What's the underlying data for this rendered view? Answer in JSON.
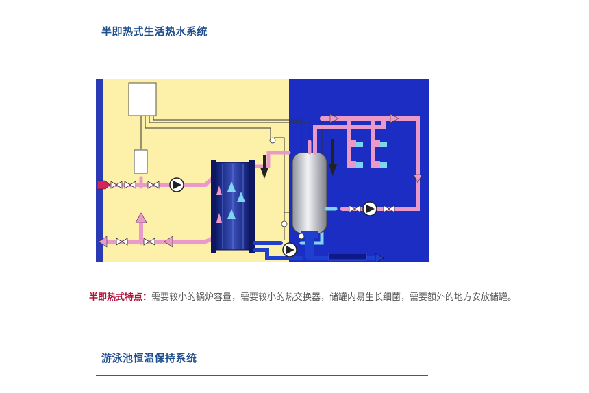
{
  "sections": [
    {
      "title": "半即热式生活热水系统"
    },
    {
      "title": "游泳池恒温保持系统"
    }
  ],
  "feature": {
    "label": "半即热式特点：",
    "text": "需要较小的锅炉容量，需要较小的热交换器，储罐内易生长细菌，需要额外的地方安放储罐。"
  },
  "diagram": {
    "colors": {
      "left_panel": "#fdf0a8",
      "right_panel": "#1c2dc4",
      "frame": "#2a3ab5",
      "pipe_pink": "#e99ac9",
      "pipe_cyan": "#7fd4f0",
      "pipe_blue": "#1f3fd0",
      "arrow_red": "#d5245c",
      "tank": "#c9ccd4"
    }
  }
}
